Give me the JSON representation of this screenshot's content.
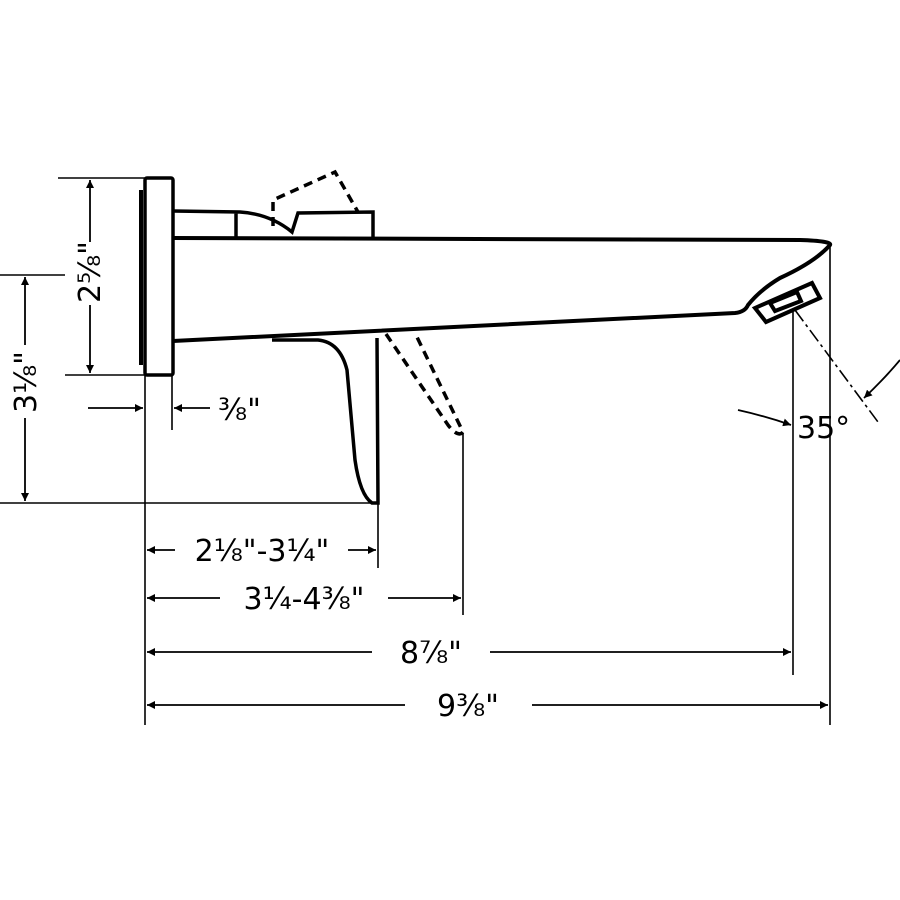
{
  "colors": {
    "line": "#000000",
    "background": "#ffffff"
  },
  "dimensions": {
    "plate_height": "2⅝\"",
    "outlet_height": "3⅛\"",
    "plate_depth": "⅜\"",
    "lever_reach": "2⅛\"-3¼\"",
    "lever_open_reach": "3¼-4⅜\"",
    "spout_outlet_reach": "8⅞\"",
    "overall_reach": "9⅜\"",
    "aerator_angle": "35°"
  }
}
